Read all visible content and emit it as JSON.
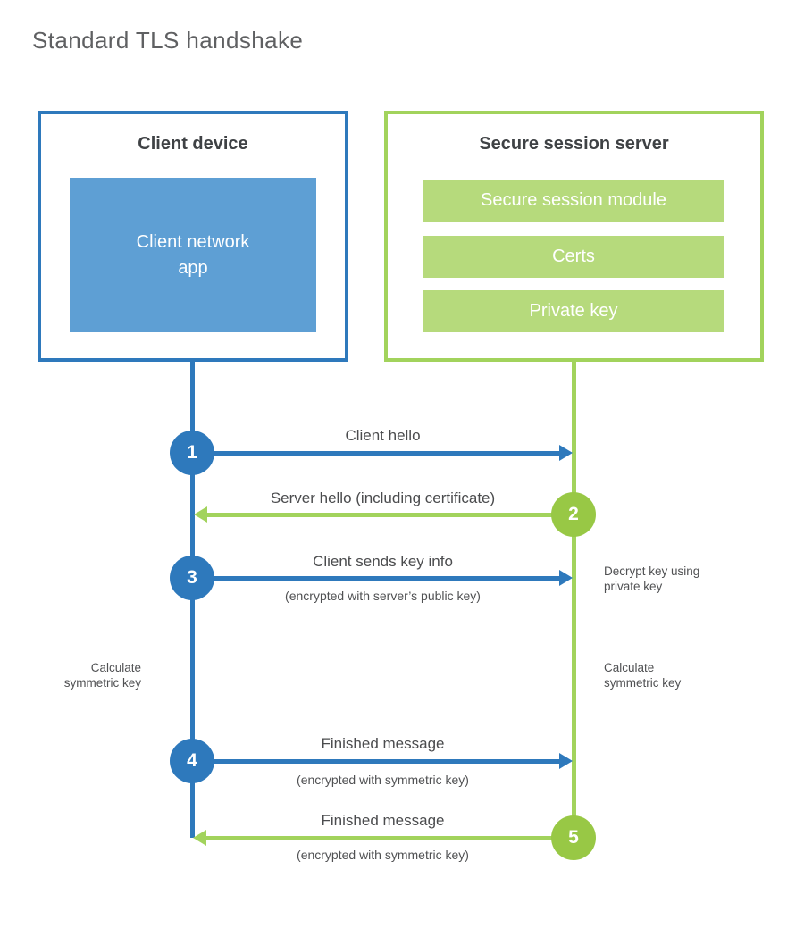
{
  "title": "Standard TLS handshake",
  "colors": {
    "blue": "#2e79bc",
    "blue_light": "#5e9fd4",
    "green": "#a2d35c",
    "green_circle": "#98c845",
    "green_light": "#b6da7c",
    "title_gray": "#5f6062",
    "text_dark": "#3f4245",
    "text_gray": "#4b4c4e",
    "note_gray": "#505153"
  },
  "client": {
    "title": "Client device",
    "app": "Client network\napp"
  },
  "server": {
    "title": "Secure session server",
    "modules": [
      "Secure session module",
      "Certs",
      "Private key"
    ]
  },
  "steps": [
    {
      "num": "1",
      "label": "Client hello"
    },
    {
      "num": "2",
      "label": "Server hello (including certificate)"
    },
    {
      "num": "3",
      "label": "Client sends key info",
      "sub": "(encrypted with server’s public key)"
    },
    {
      "num": "4",
      "label": "Finished message",
      "sub": "(encrypted with symmetric key)"
    },
    {
      "num": "5",
      "label": "Finished message",
      "sub": "(encrypted with symmetric key)"
    }
  ],
  "notes": {
    "decrypt": "Decrypt key using\nprivate key",
    "calc_left": "Calculate\nsymmetric key",
    "calc_right": "Calculate\nsymmetric key"
  }
}
